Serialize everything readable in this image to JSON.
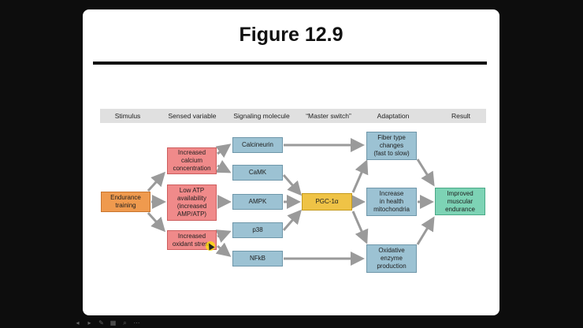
{
  "slide": {
    "title": "Figure 12.9"
  },
  "headers": [
    "Stimulus",
    "Sensed variable",
    "Signaling molecule",
    "“Master switch”",
    "Adaptation",
    "Result"
  ],
  "nodes": {
    "endurance": "Endurance\ntraining",
    "calcium": "Increased\ncalcium\nconcentration",
    "lowatp": "Low ATP\navailability\n(increased\nAMP/ATP)",
    "oxidant": "Increased\noxidant stress",
    "calcineurin": "Calcineurin",
    "camk": "CaMK",
    "ampk": "AMPK",
    "p38": "p38",
    "nfkb": "NFkB",
    "pgc": "PGC-1α",
    "fiber": "Fiber type\nchanges\n(fast to slow)",
    "mito": "Increase\nin health\nmitochondria",
    "oxid": "Oxidative\nenzyme\nproduction",
    "result": "Improved\nmuscular\nendurance"
  },
  "colors": {
    "stimulus": "#ef9a4e",
    "sensed": "#f08a8a",
    "signaling": "#9cc2d3",
    "master": "#efc346",
    "result": "#7dd3b5",
    "arrow": "#9a9a9a"
  },
  "controls": [
    "prev-icon",
    "next-icon",
    "pen-icon",
    "grid-icon",
    "zoom-icon",
    "more-icon"
  ]
}
